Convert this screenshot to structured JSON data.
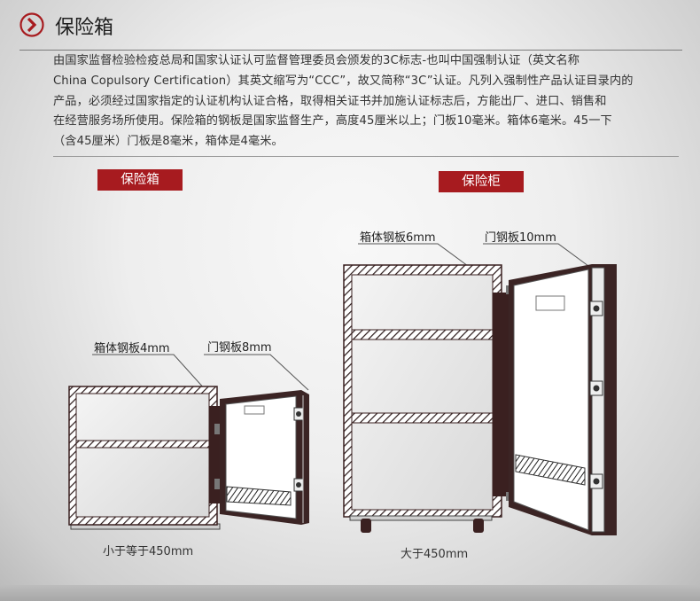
{
  "header": {
    "title": "保险箱",
    "icon": "chevron-right-circle-icon",
    "accent_color": "#a71b1f"
  },
  "description": [
    "由国家监督检验检疫总局和国家认证认可监督管理委员会颁发的3C标志-也叫中国强制认证（英文名称",
    "China Copulsory Certification）其英文缩写为“CCC”，故又简称“3C”认证。凡列入强制性产品认证目录内的",
    "产品，必须经过国家指定的认证机构认证合格，取得相关证书并加施认证标志后，方能出厂、进口、销售和",
    "在经营服务场所使用。保险箱的钢板是国家监督生产，高度45厘米以上；门板10毫米。箱体6毫米。45一下",
    "（含45厘米）门板是8毫米，箱体是4毫米。"
  ],
  "safe_box": {
    "tag": "保险箱",
    "body_label": "箱体钢板4mm",
    "door_label": "门钢板8mm",
    "caption": "小于等于450mm"
  },
  "safe_cabinet": {
    "tag": "保险柜",
    "body_label": "箱体钢板6mm",
    "door_label": "门钢板10mm",
    "caption": "大于450mm"
  }
}
